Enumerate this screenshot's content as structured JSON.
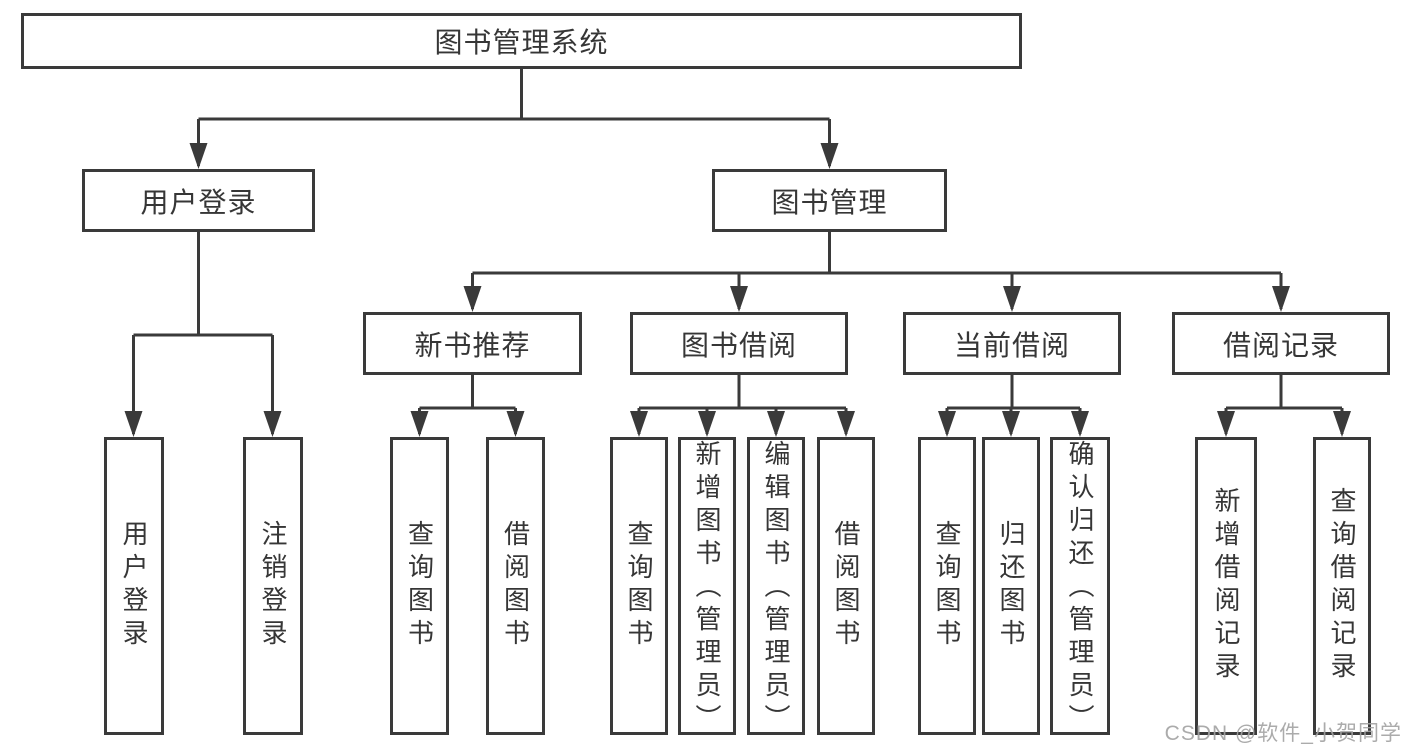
{
  "diagram": {
    "root_label": "图书管理系统",
    "user_login": {
      "label": "用户登录",
      "children": [
        "用户登录",
        "注销登录"
      ]
    },
    "book_mgmt": {
      "label": "图书管理",
      "sections": {
        "new_book": {
          "label": "新书推荐",
          "children": [
            "查询图书",
            "借阅图书"
          ]
        },
        "borrow": {
          "label": "图书借阅",
          "children": [
            "查询图书",
            "新增图书（管理员）",
            "编辑图书（管理员）",
            "借阅图书"
          ]
        },
        "current": {
          "label": "当前借阅",
          "children": [
            "查询图书",
            "归还图书",
            "确认归还（管理员）"
          ]
        },
        "records": {
          "label": "借阅记录",
          "children": [
            "新增借阅记录",
            "查询借阅记录"
          ]
        }
      }
    }
  },
  "watermark": "CSDN @软件_小贺同学",
  "colors": {
    "line": "#3a3a3a",
    "text": "#363636",
    "watermark_gray": "#a3a3a3",
    "background": "#ffffff"
  }
}
